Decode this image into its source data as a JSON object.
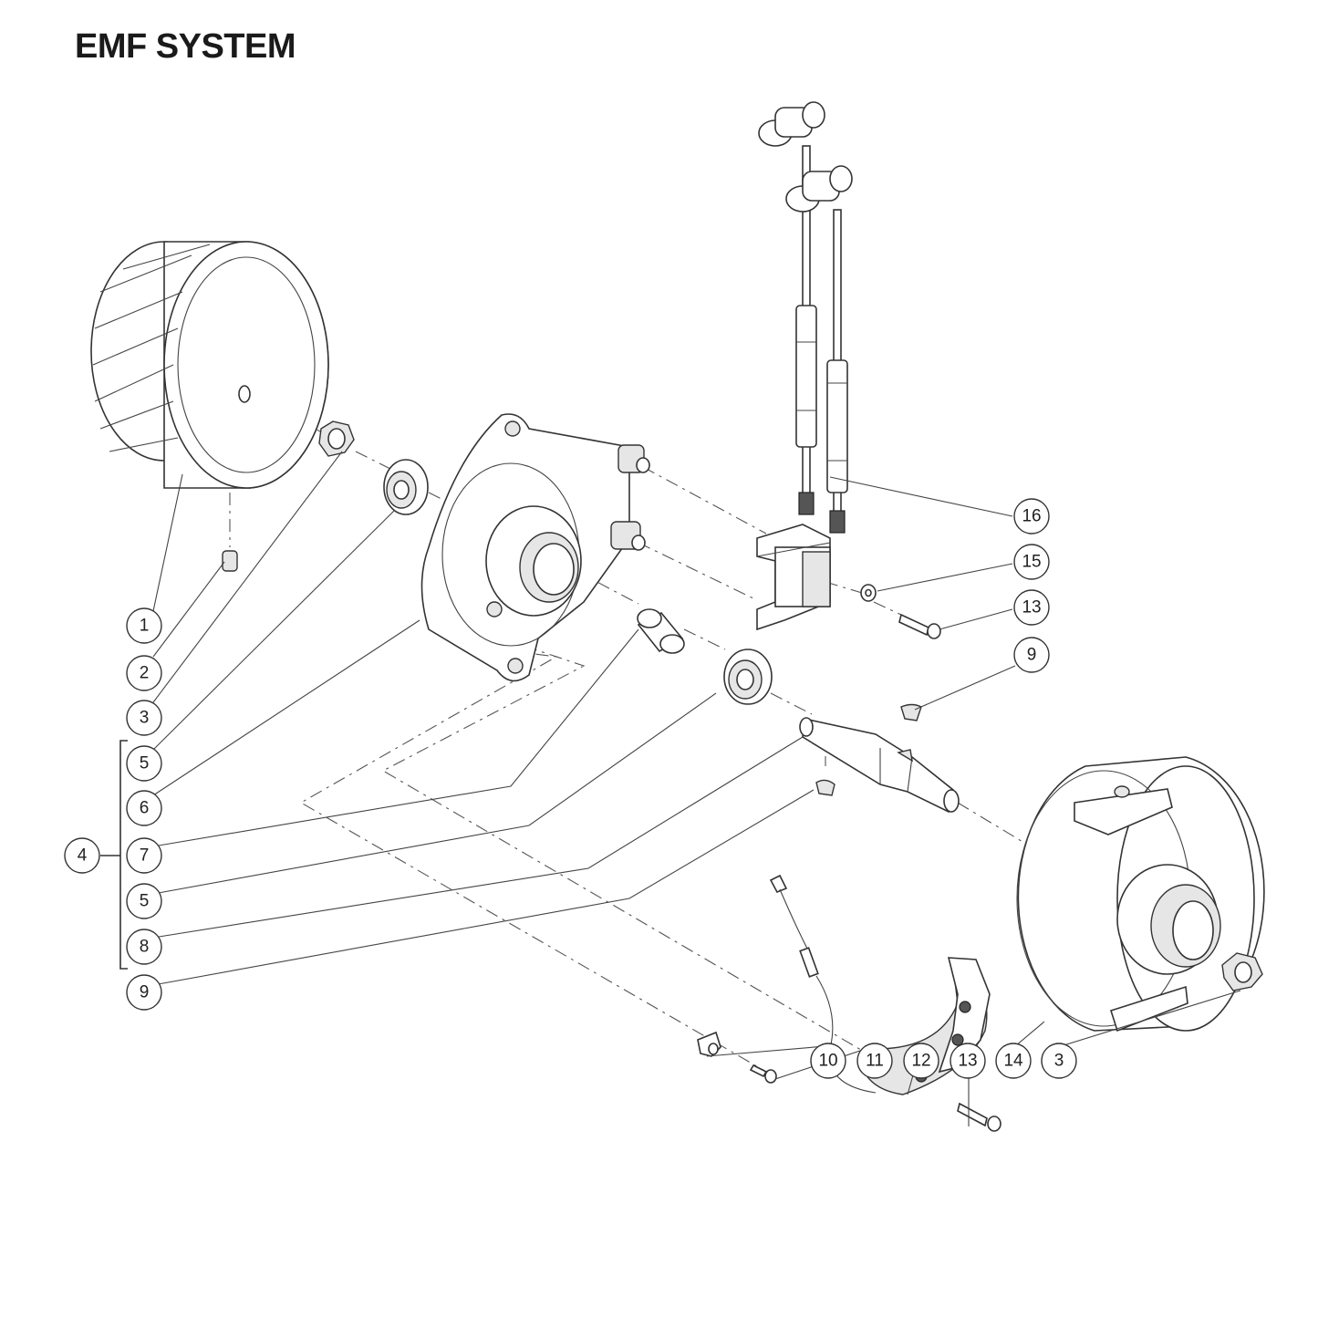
{
  "title": "EMF SYSTEM",
  "callouts": [
    {
      "id": "c1",
      "label": "1"
    },
    {
      "id": "c2",
      "label": "2"
    },
    {
      "id": "c3a",
      "label": "3"
    },
    {
      "id": "c5a",
      "label": "5"
    },
    {
      "id": "c6",
      "label": "6"
    },
    {
      "id": "c7",
      "label": "7"
    },
    {
      "id": "c5b",
      "label": "5"
    },
    {
      "id": "c8",
      "label": "8"
    },
    {
      "id": "c9a",
      "label": "9"
    },
    {
      "id": "c4",
      "label": "4"
    },
    {
      "id": "c16",
      "label": "16"
    },
    {
      "id": "c15",
      "label": "15"
    },
    {
      "id": "c13a",
      "label": "13"
    },
    {
      "id": "c9b",
      "label": "9"
    },
    {
      "id": "c10",
      "label": "10"
    },
    {
      "id": "c11",
      "label": "11"
    },
    {
      "id": "c12",
      "label": "12"
    },
    {
      "id": "c13b",
      "label": "13"
    },
    {
      "id": "c14",
      "label": "14"
    },
    {
      "id": "c3b",
      "label": "3"
    }
  ]
}
